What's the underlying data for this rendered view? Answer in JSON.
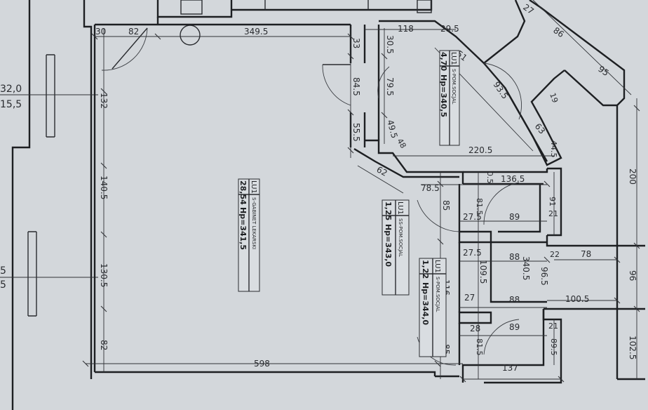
{
  "rooms": [
    {
      "code": "LU1",
      "name": "S-GABINET LEKARSKI",
      "area": "28,54",
      "height": "Hp=341,5"
    },
    {
      "code": "LU1",
      "name": "S-POM.SOCJAL",
      "area": "4,70",
      "height": "Hp=340,5"
    },
    {
      "code": "LU1",
      "name": "SS-POM.SOCJAL",
      "area": "1,25",
      "height": "Hp=343,0"
    },
    {
      "code": "LU1",
      "name": "S-POM.SOCJAL",
      "area": "1,22",
      "height": "Hp=344,0"
    }
  ],
  "dims": {
    "d_30": "30",
    "d_82top": "82",
    "d_3495": "349.5",
    "d_118": "118",
    "d_295": "29.5",
    "d_27": "27",
    "d_86": "86",
    "d_95": "95",
    "d_320": "32,0",
    "d_155": "15,5",
    "d_132": "132",
    "d_33": "33",
    "d_305": "30.5",
    "d_51": "51",
    "d_845a": "84.5",
    "d_795": "79.5",
    "d_935": "93.5",
    "d_19": "19",
    "d_555": "55.5",
    "d_495": "49.5",
    "d_48": "48",
    "d_63": "63",
    "d_445": "44.5",
    "d_2205": "220.5",
    "d_1405": "140.5",
    "d_62": "62",
    "d_1365": "136.5",
    "d_785": "78.5",
    "d_200": "200",
    "d_05": "0.5",
    "d_85a": "85",
    "d_815a": "81.5",
    "d_91": "91",
    "d_21a": "21",
    "d_89a": "89",
    "d_275a": "27.5",
    "d_275b": "27.5",
    "d_88a": "88",
    "d_5": "5",
    "d_1305": "130.5",
    "d_22": "22",
    "d_78": "78",
    "d_116": "116",
    "d_1095": "109.5",
    "d_3405": "340.5",
    "d_965": "96.5",
    "d_96": "96",
    "d_27b": "27",
    "d_88b": "88",
    "d_1005": "100.5",
    "d_28": "28",
    "d_89b": "89",
    "d_21b": "21",
    "d_895": "89.5",
    "d_82left": "82",
    "d_1025": "102.5",
    "d_598": "598",
    "d_85b": "85",
    "d_815b": "81.5",
    "d_137": "137",
    "d_5b": "5"
  }
}
